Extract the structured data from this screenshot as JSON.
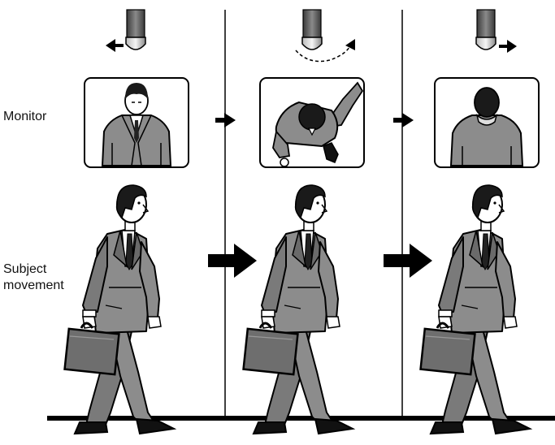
{
  "labels": {
    "monitor": "Monitor",
    "subject_line1": "Subject",
    "subject_line2": "movement"
  },
  "panels": [
    {
      "camera_motion": "pan-left",
      "monitor_view": "front"
    },
    {
      "camera_motion": "rotate",
      "monitor_view": "overhead"
    },
    {
      "camera_motion": "pan-right",
      "monitor_view": "back"
    }
  ],
  "colors": {
    "suit": "#8c8c8c",
    "suit_shadow": "#5a5a5a",
    "hair": "#1a1a1a",
    "skin": "#ffffff",
    "line": "#000000",
    "briefcase": "#6e6e6e"
  }
}
